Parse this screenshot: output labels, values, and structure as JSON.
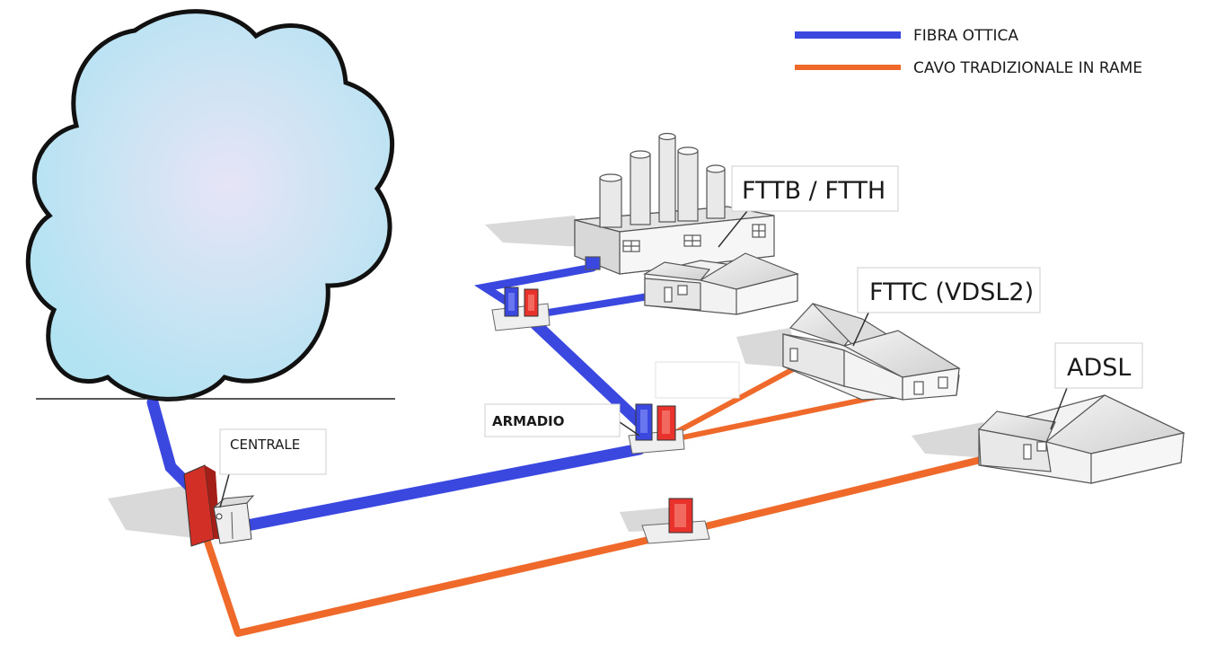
{
  "legend": {
    "items": [
      {
        "label": "FIBRA OTTICA",
        "color": "#3b48e0"
      },
      {
        "label": "CAVO TRADIZIONALE IN RAME",
        "color": "#ef6a2a"
      }
    ]
  },
  "labels": {
    "fttb_ftth": "FTTB / FTTH",
    "fttc": "FTTC (VDSL2)",
    "adsl": "ADSL",
    "armadio": "ARMADIO",
    "centrale": "CENTRALE"
  },
  "colors": {
    "fiber": "#3b48e0",
    "copper": "#ef6a2a",
    "cabinet_red": "#e8322b",
    "cloud_fill": "#b5e4f1",
    "building": "#f2f2f2",
    "building_stroke": "#555555"
  }
}
